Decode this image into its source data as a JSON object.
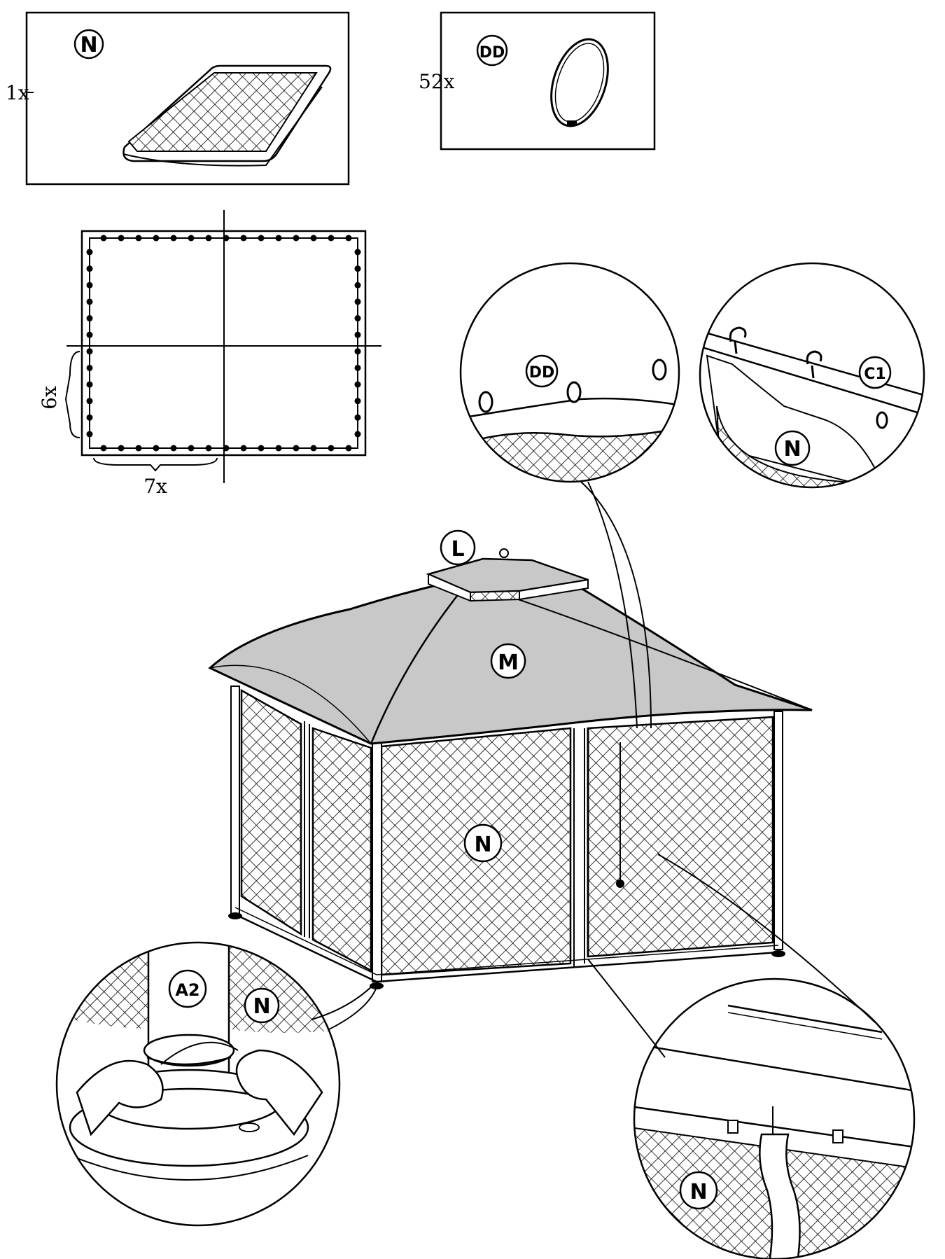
{
  "parts": {
    "netting": {
      "label": "N",
      "quantity": "1x"
    },
    "ring": {
      "label": "DD",
      "quantity": "52x"
    }
  },
  "ring_layout": {
    "side_count": "6x",
    "bottom_count": "7x"
  },
  "callouts": {
    "rings_detail": "DD",
    "hook_detail_part": "C1",
    "hook_detail_net": "N",
    "post_detail_post": "A2",
    "post_detail_net": "N",
    "zipper_detail_net": "N"
  },
  "gazebo": {
    "top_cap": "L",
    "canopy": "M",
    "netting": "N"
  },
  "colors": {
    "line": "#000000",
    "canopy_fill": "#c8c8c8",
    "background": "#ffffff"
  }
}
